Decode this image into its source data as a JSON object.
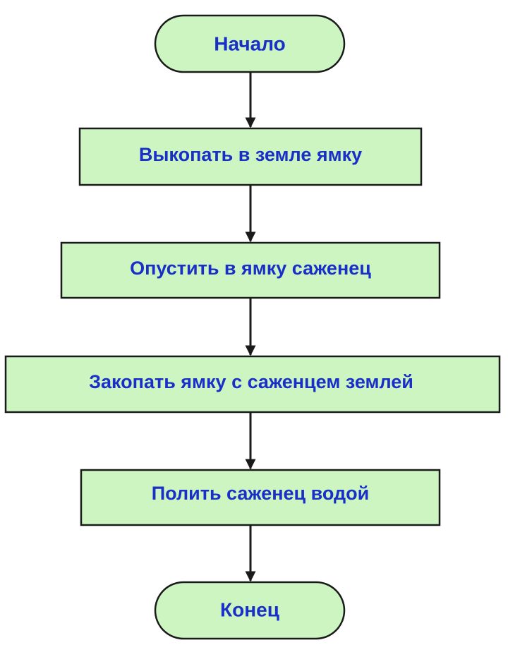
{
  "diagram": {
    "type": "flowchart",
    "colors": {
      "node_fill": "#ccf5c2",
      "node_stroke": "#1a1a1a",
      "text": "#1a2fc8",
      "connector": "#1a1a1a"
    },
    "nodes": [
      {
        "id": "start",
        "shape": "terminator",
        "label": "Начало"
      },
      {
        "id": "step1",
        "shape": "process",
        "label": "Выкопать в земле ямку"
      },
      {
        "id": "step2",
        "shape": "process",
        "label": "Опустить в ямку саженец"
      },
      {
        "id": "step3",
        "shape": "process",
        "label": "Закопать ямку с саженцем землей"
      },
      {
        "id": "step4",
        "shape": "process",
        "label": "Полить саженец водой"
      },
      {
        "id": "end",
        "shape": "terminator",
        "label": "Конец"
      }
    ],
    "edges": [
      {
        "from": "start",
        "to": "step1"
      },
      {
        "from": "step1",
        "to": "step2"
      },
      {
        "from": "step2",
        "to": "step3"
      },
      {
        "from": "step3",
        "to": "step4"
      },
      {
        "from": "step4",
        "to": "end"
      }
    ]
  }
}
